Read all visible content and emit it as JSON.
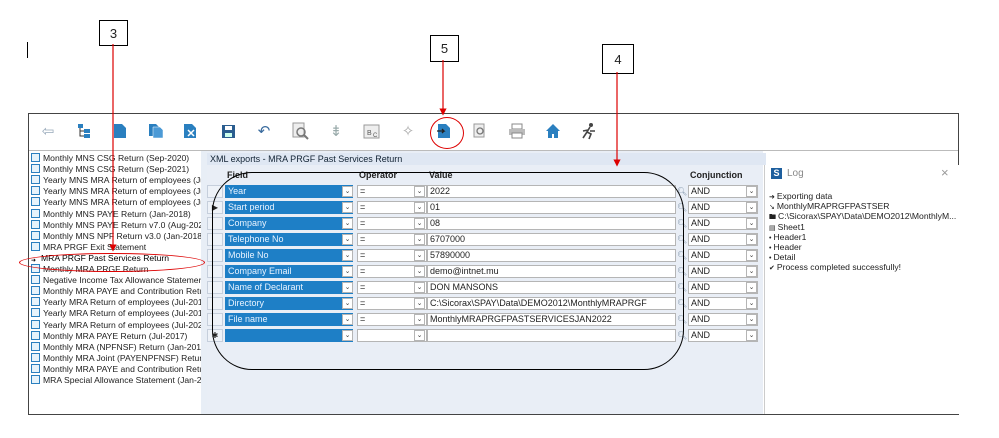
{
  "callouts": {
    "c3": "3",
    "c5": "5",
    "c4": "4"
  },
  "toolbar": {
    "icons": [
      "back-arrow-icon",
      "tree-icon",
      "document-icon",
      "documents-icon",
      "delete-document-icon",
      "save-icon",
      "undo-icon",
      "preview-icon",
      "filter-icon",
      "bc-icon",
      "magic-wand-icon",
      "xml-export-icon",
      "search-document-icon",
      "print-icon",
      "home-icon",
      "run-icon"
    ]
  },
  "tree": {
    "items": [
      "Monthly MNS CSG Return (Sep-2020)",
      "Monthly MNS CSG Return (Sep-2021)",
      "Yearly MNS MRA Return of employees (Ju",
      "Yearly MNS MRA Return of employees (Ju",
      "Yearly MNS MRA Return of employees (Ju",
      "Monthly MNS PAYE Return (Jan-2018)",
      "Monthly MNS PAYE Return v7.0 (Aug-202",
      "Monthly MNS NPF Return v3.0 (Jan-2018)",
      "MRA PRGF Exit Statement",
      "MRA PRGF Past Services Return",
      "Monthly MRA PRGF Return",
      "Negative Income Tax Allowance Statemer",
      "Monthly MRA PAYE and Contribution Retu",
      "Yearly MRA Return of employees (Jul-201",
      "Yearly MRA Return of employees (Jul-201",
      "Yearly MRA Return of employees (Jul-202",
      "Monthly MRA PAYE Return (Jul-2017)",
      "Monthly MRA (NPFNSF) Return (Jan-2018",
      "Monthly MRA Joint (PAYENPFNSF) Retur",
      "Monthly MRA PAYE and Contribution Retu",
      "MRA Special Allowance Statement (Jan-2"
    ]
  },
  "grid": {
    "title": "XML exports - MRA PRGF Past Services Return",
    "headers": {
      "field": "Field",
      "operator": "Operator",
      "value": "Value",
      "conjunction": "Conjunction"
    },
    "rows": [
      {
        "field": "Year",
        "operator": "=",
        "value": "2022",
        "conjunction": "AND",
        "marker": ""
      },
      {
        "field": "Start period",
        "operator": "=",
        "value": "01",
        "conjunction": "AND",
        "marker": "▶"
      },
      {
        "field": "Company",
        "operator": "=",
        "value": "08",
        "conjunction": "AND",
        "marker": ""
      },
      {
        "field": "Telephone No",
        "operator": "=",
        "value": "6707000",
        "conjunction": "AND",
        "marker": ""
      },
      {
        "field": "Mobile No",
        "operator": "=",
        "value": "57890000",
        "conjunction": "AND",
        "marker": ""
      },
      {
        "field": "Company Email",
        "operator": "=",
        "value": "demo@intnet.mu",
        "conjunction": "AND",
        "marker": ""
      },
      {
        "field": "Name of Declarant",
        "operator": "=",
        "value": "DON MANSONS",
        "conjunction": "AND",
        "marker": ""
      },
      {
        "field": "Directory",
        "operator": "=",
        "value": "C:\\Sicorax\\SPAY\\Data\\DEMO2012\\MonthlyMRAPRGF",
        "conjunction": "AND",
        "marker": ""
      },
      {
        "field": "File name",
        "operator": "=",
        "value": "MonthlyMRAPRGFPASTSERVICESJAN2022",
        "conjunction": "AND",
        "marker": ""
      },
      {
        "field": "",
        "operator": "",
        "value": "",
        "conjunction": "AND",
        "marker": "✱"
      }
    ]
  },
  "log": {
    "title": "Log",
    "close": "×",
    "lines": [
      "Exporting data",
      "MonthlyMRAPRGFPASTSER",
      "C:\\Sicorax\\SPAY\\Data\\DEMO2012\\MonthlyM...",
      "Sheet1",
      "Header1",
      "Header",
      "Detail",
      "Process completed successfully!"
    ],
    "bullets": [
      "➜",
      "↘",
      "🖿",
      "▤",
      "•",
      "•",
      "•",
      "✔"
    ]
  }
}
